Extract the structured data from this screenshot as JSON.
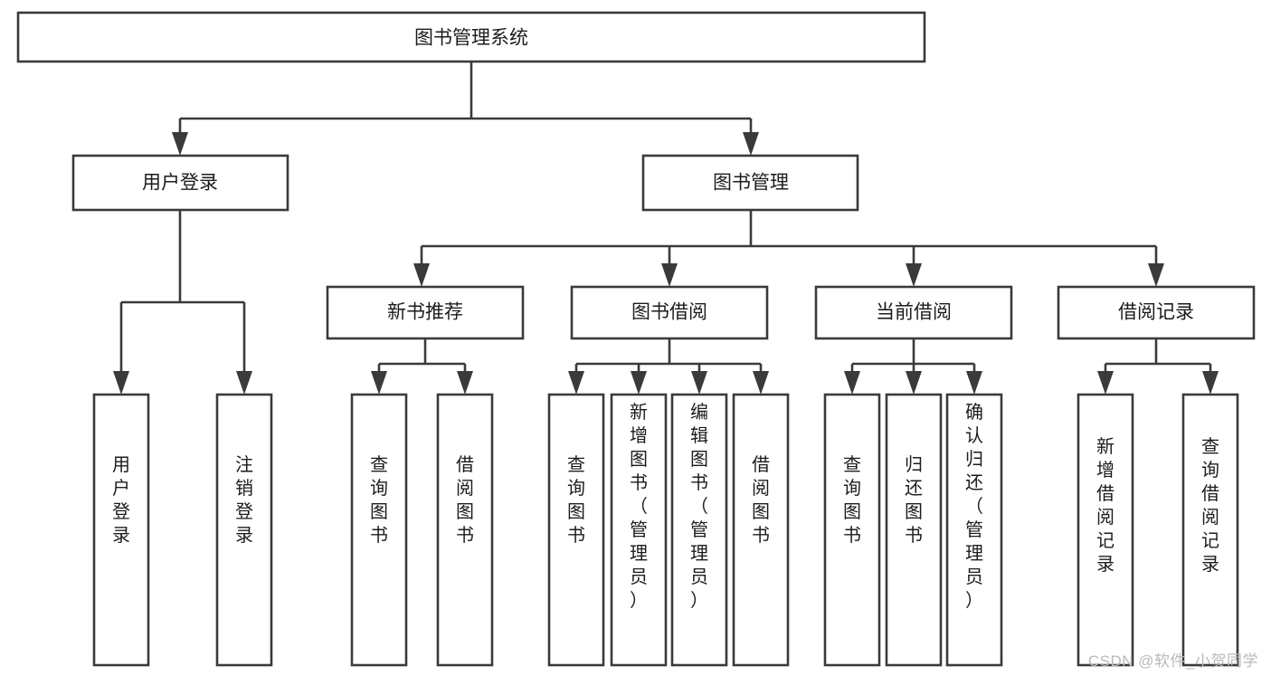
{
  "diagram": {
    "type": "hierarchy-tree",
    "title": "图书管理系统",
    "watermark": "CSDN @软件_小贺同学",
    "colors": {
      "stroke": "#3a3a3a",
      "fill": "#ffffff",
      "text": "#1c1c1c",
      "watermark": "#b9b9b9",
      "background": "#ffffff"
    },
    "root": {
      "label": "图书管理系统"
    },
    "level2": [
      {
        "label": "用户登录"
      },
      {
        "label": "图书管理"
      }
    ],
    "level3": [
      {
        "label": "新书推荐"
      },
      {
        "label": "图书借阅"
      },
      {
        "label": "当前借阅"
      },
      {
        "label": "借阅记录"
      }
    ],
    "leaves": {
      "user_login": [
        {
          "label": "用户登录"
        },
        {
          "label": "注销登录"
        }
      ],
      "new_book_recommend": [
        {
          "label": "查询图书"
        },
        {
          "label": "借阅图书"
        }
      ],
      "book_borrow": [
        {
          "label": "查询图书"
        },
        {
          "label": "新增图书（管理员）"
        },
        {
          "label": "编辑图书（管理员）"
        },
        {
          "label": "借阅图书"
        }
      ],
      "current_borrow": [
        {
          "label": "查询图书"
        },
        {
          "label": "归还图书"
        },
        {
          "label": "确认归还（管理员）"
        }
      ],
      "borrow_record": [
        {
          "label": "新增借阅记录"
        },
        {
          "label": "查询借阅记录"
        }
      ]
    }
  }
}
